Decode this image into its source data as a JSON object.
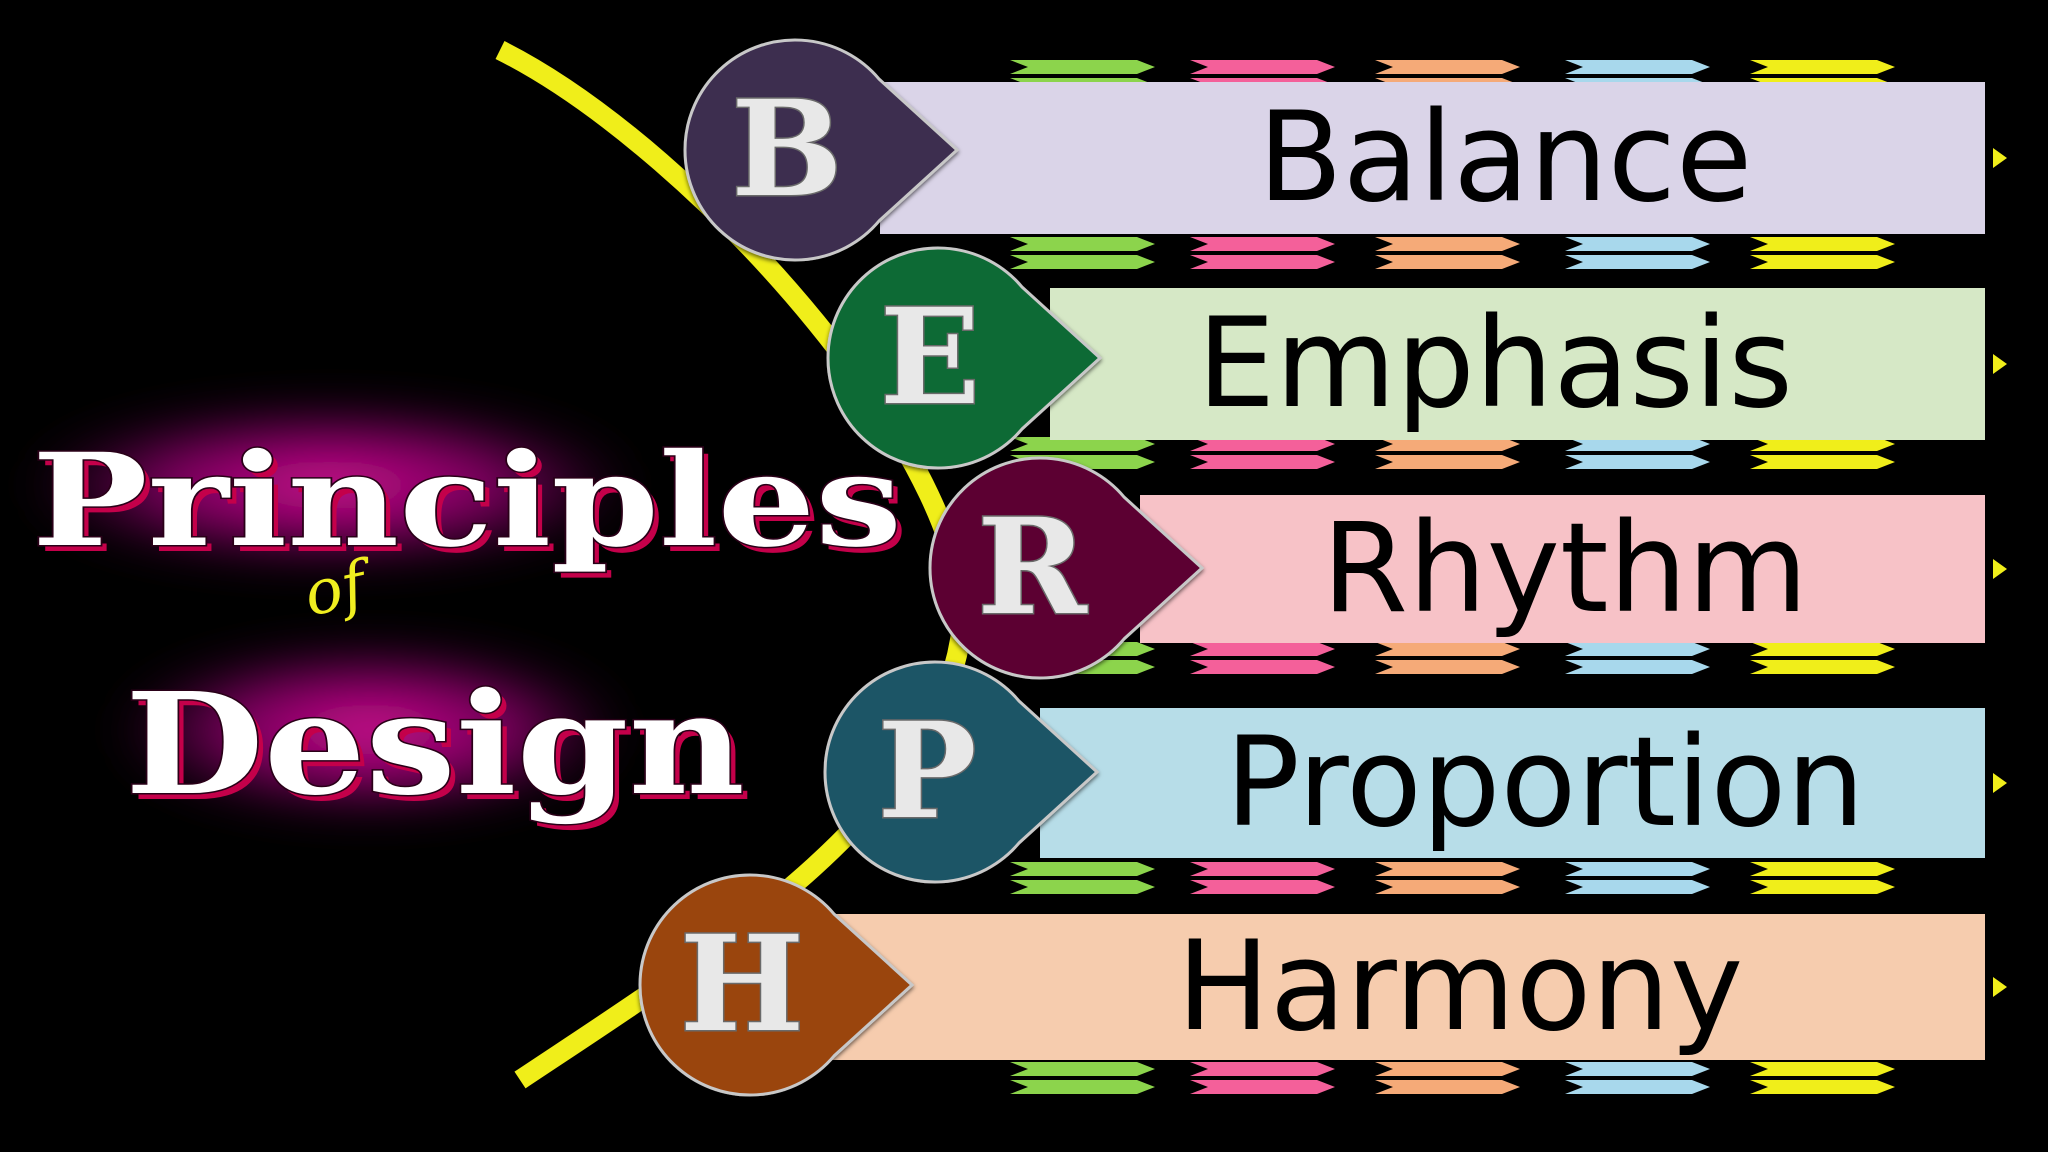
{
  "title": {
    "line1": "Principles",
    "connector": "of",
    "line2": "Design"
  },
  "principles": [
    {
      "letter": "B",
      "label": "Balance",
      "badge_color": "#3c2d50",
      "bar_color": "#dad4e8"
    },
    {
      "letter": "E",
      "label": "Emphasis",
      "badge_color": "#0f6a34",
      "bar_color": "#d6e8c6"
    },
    {
      "letter": "R",
      "label": "Rhythm",
      "badge_color": "#5c0530",
      "bar_color": "#f7c2c7"
    },
    {
      "letter": "P",
      "label": "Proportion",
      "badge_color": "#1f5466",
      "bar_color": "#b7dde8"
    },
    {
      "letter": "H",
      "label": "Harmony",
      "badge_color": "#9a4410",
      "bar_color": "#f6ccae"
    }
  ],
  "colors": {
    "background": "#000000",
    "curve": "#f0ee1a",
    "title_glow": "#e0109a",
    "chevrons": [
      "#8cd44c",
      "#f4609a",
      "#f5aa78",
      "#a8d8ec",
      "#f0ee1a"
    ]
  }
}
